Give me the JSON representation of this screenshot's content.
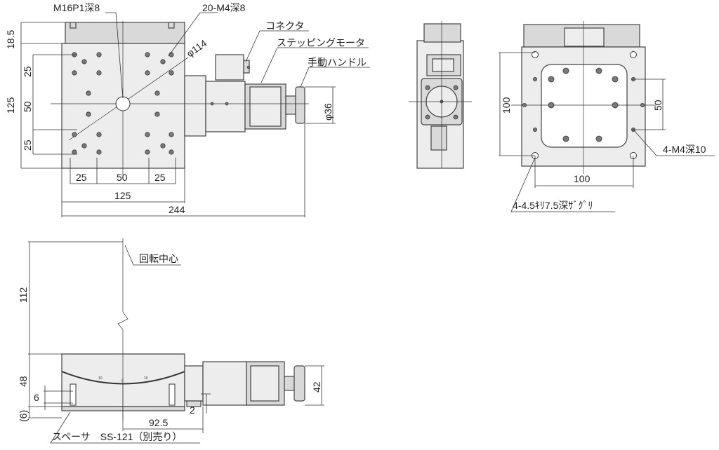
{
  "top_view": {
    "callouts": {
      "center_thread": "M16P1深8",
      "tapped_holes": "20-M4深8",
      "connector": "コネクタ",
      "motor": "ステッピングモータ",
      "handle": "手動ハンドル"
    },
    "dims": {
      "height_top": "18.5",
      "height_total": "125",
      "pitch_upper": "25",
      "pitch_mid": "50",
      "pitch_lower": "25",
      "diameter_table": "φ114",
      "diameter_handle": "φ36",
      "bottom_left": "25",
      "bottom_mid": "50",
      "bottom_right": "25",
      "width_table": "125",
      "width_total": "244"
    }
  },
  "side_view": {},
  "bottom_view": {
    "callouts": {
      "mount_thread": "4-M4深10",
      "counterbore": "4-4.5ｷﾘ7.5深ｻﾞｸﾞﾘ"
    },
    "dims": {
      "height": "100",
      "pitch_v": "50",
      "width": "100"
    }
  },
  "front_view": {
    "callouts": {
      "rotation_center": "回転中心",
      "spacer": "スペーサ　SS-121（別売り）"
    },
    "dims": {
      "radius_height": "112",
      "body_height": "48",
      "spacer_height": "(6)",
      "screw_depth": "6",
      "gap": "2",
      "motor_height": "42",
      "offset": "92.5"
    },
    "scale_marks": [
      "10",
      "0",
      "10"
    ]
  }
}
